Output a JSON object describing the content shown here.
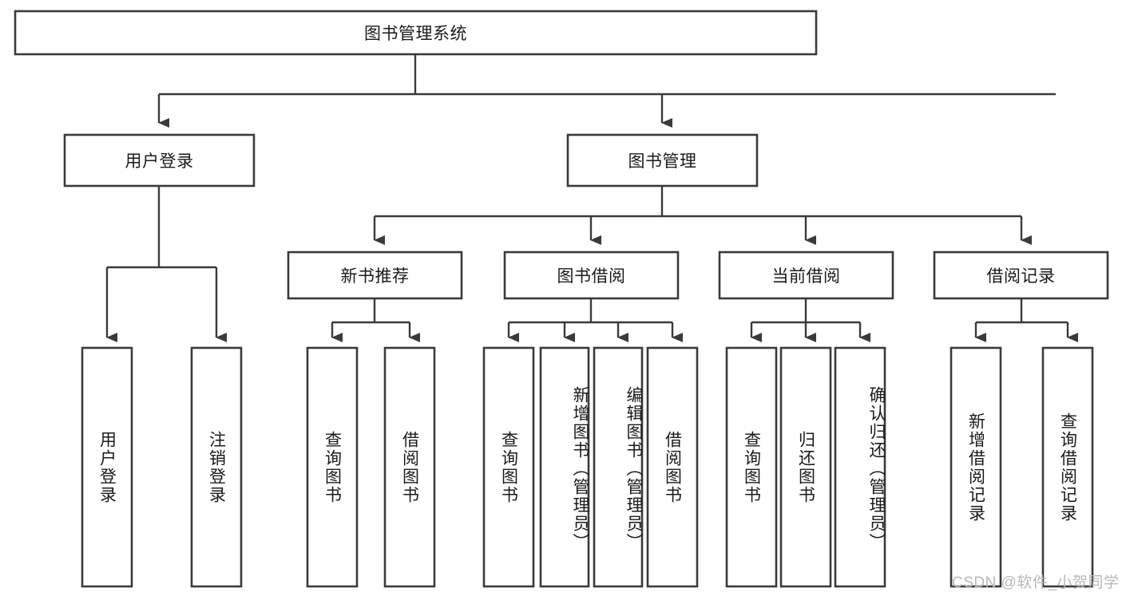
{
  "diagram": {
    "title": "图书管理系统",
    "type": "tree-hierarchy-diagram",
    "root": {
      "label": "图书管理系统",
      "level": 0
    },
    "level1": [
      {
        "label": "用户登录"
      },
      {
        "label": "图书管理"
      }
    ],
    "level2": [
      {
        "label": "新书推荐",
        "parent": "图书管理"
      },
      {
        "label": "图书借阅",
        "parent": "图书管理"
      },
      {
        "label": "当前借阅",
        "parent": "图书管理"
      },
      {
        "label": "借阅记录",
        "parent": "图书管理"
      }
    ],
    "leaves": {
      "user_login": [
        {
          "label": "用户登录"
        },
        {
          "label": "注销登录"
        }
      ],
      "new_book_recommend": [
        {
          "label": "查询图书"
        },
        {
          "label": "借阅图书"
        }
      ],
      "book_borrow": [
        {
          "label": "查询图书"
        },
        {
          "label": "新增图书（管理员）"
        },
        {
          "label": "编辑图书（管理员）"
        },
        {
          "label": "借阅图书"
        }
      ],
      "current_borrow": [
        {
          "label": "查询图书"
        },
        {
          "label": "归还图书"
        },
        {
          "label": "确认归还（管理员）"
        }
      ],
      "borrow_record": [
        {
          "label": "新增借阅记录"
        },
        {
          "label": "查询借阅记录"
        }
      ]
    }
  },
  "watermark": {
    "text": "CSDN @软件_小贺同学"
  },
  "colors": {
    "box_stroke": "#3a3a3a",
    "box_fill": "#ffffff",
    "text": "#1a1a1a",
    "watermark": "#b8b8b8",
    "background": "#ffffff"
  }
}
